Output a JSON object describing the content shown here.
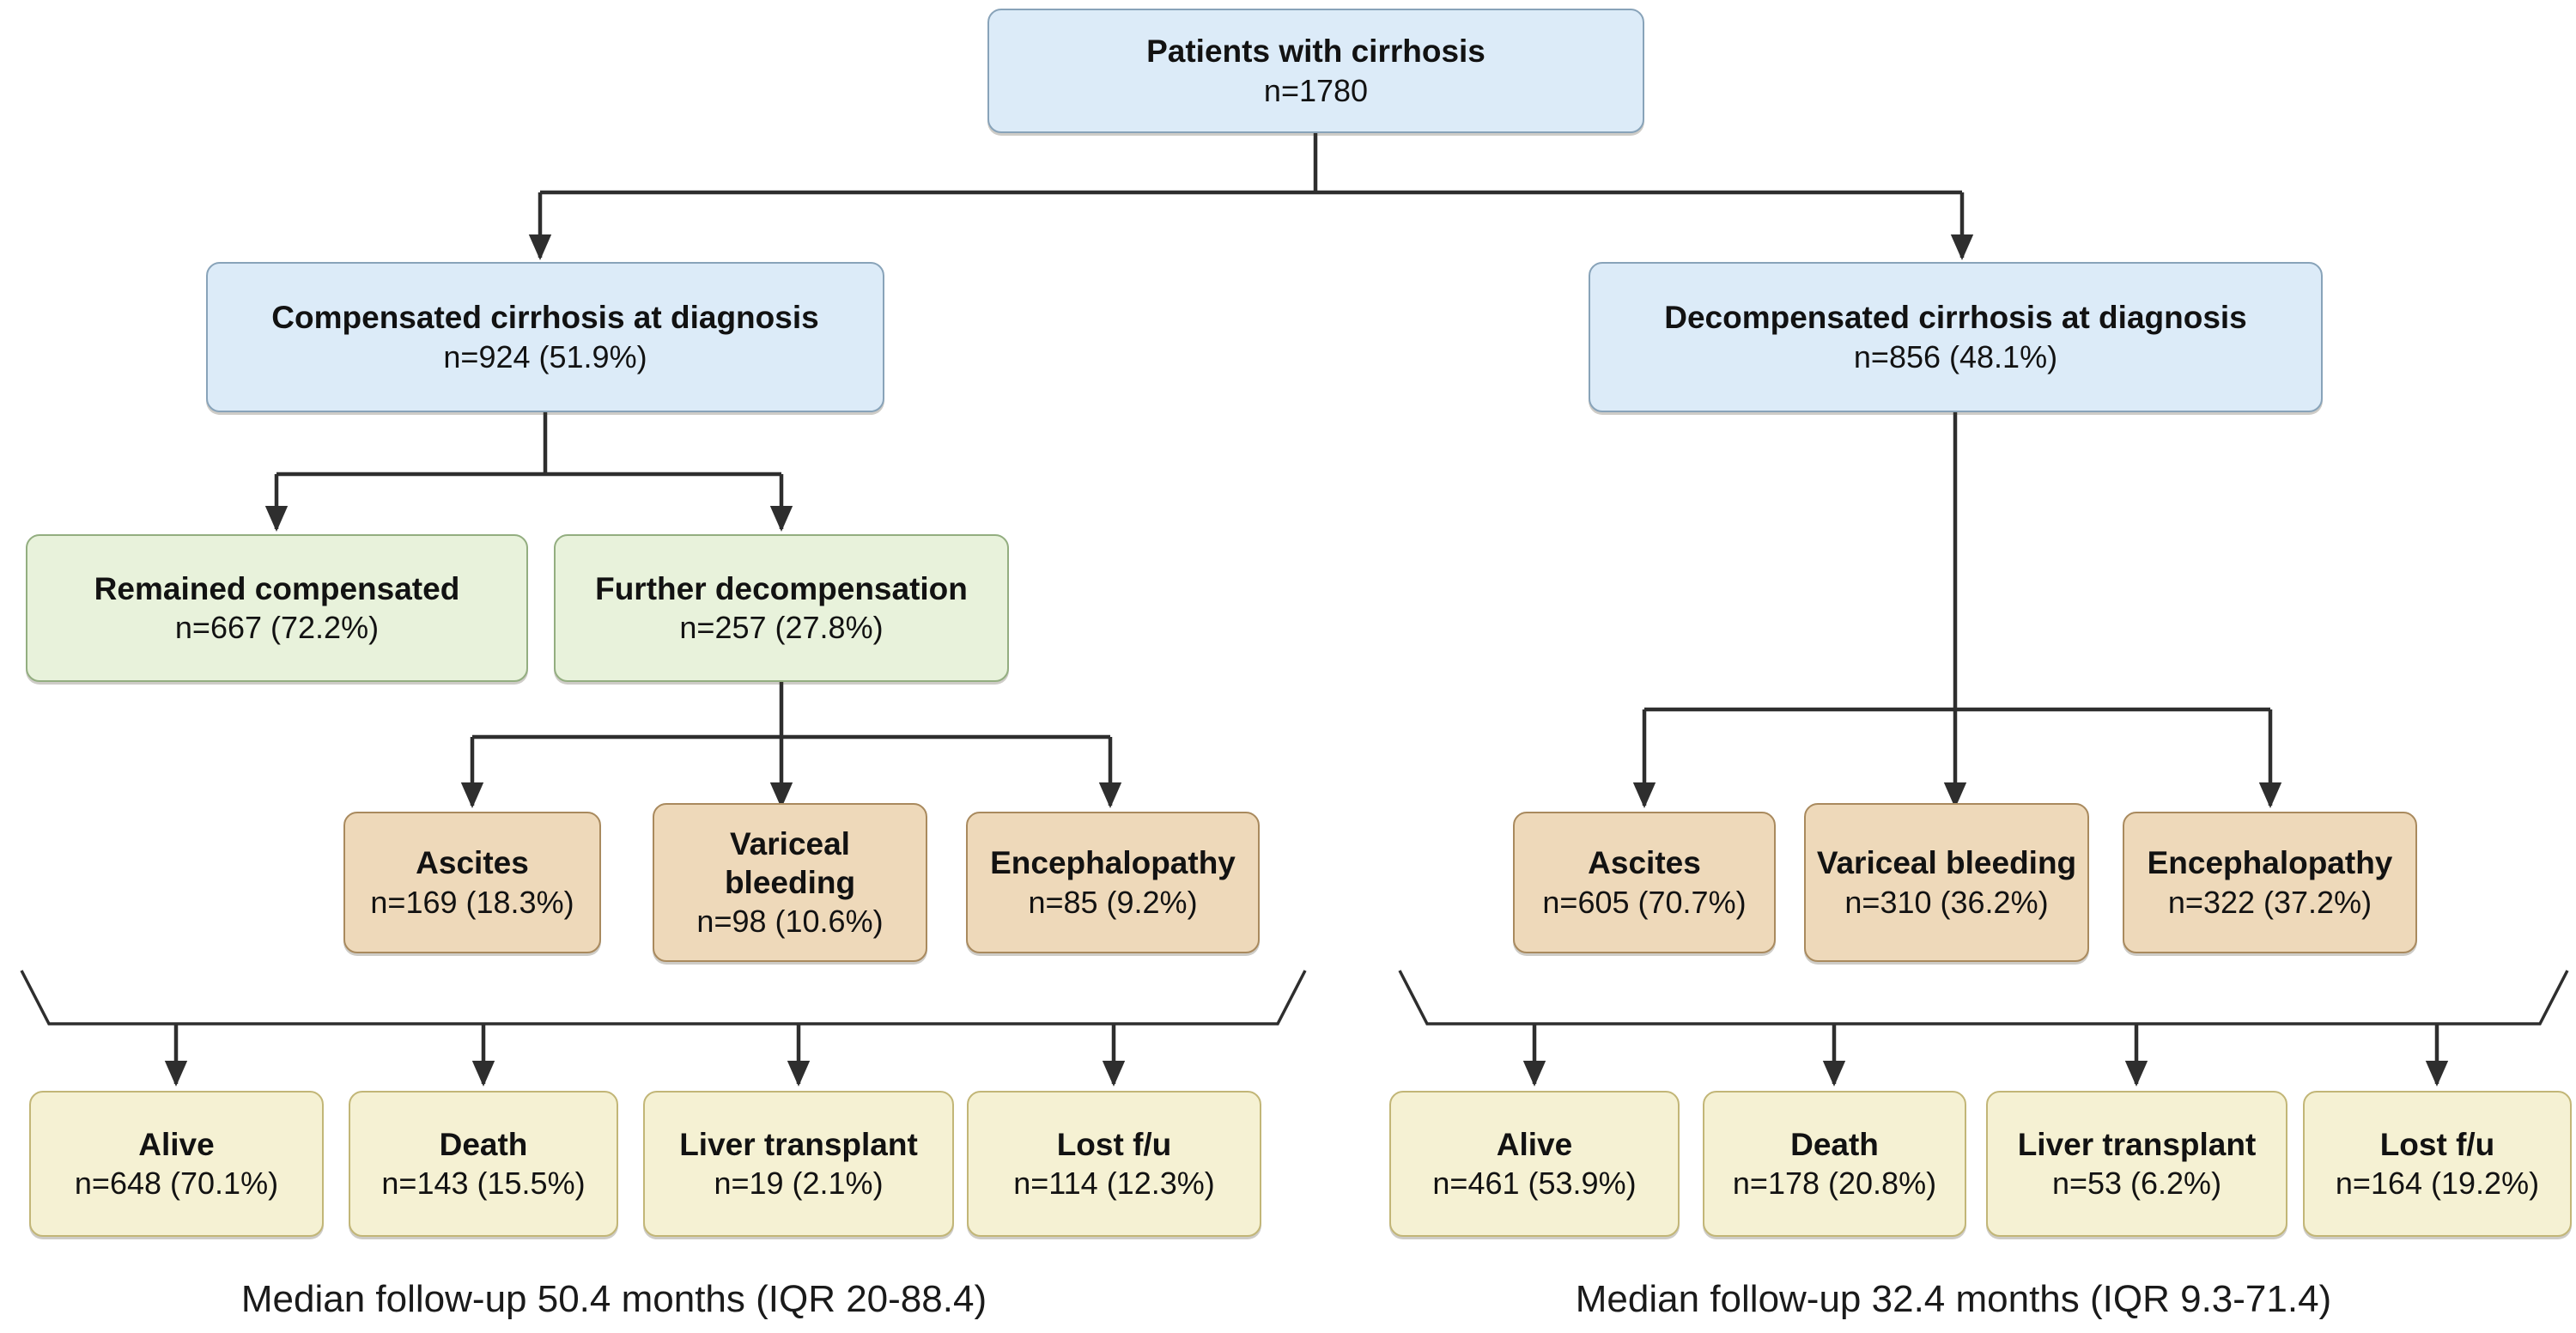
{
  "diagram": {
    "nodes": {
      "root": {
        "title": "Patients with cirrhosis",
        "value": "n=1780"
      },
      "compensated": {
        "title": "Compensated cirrhosis at diagnosis",
        "value": "n=924 (51.9%)"
      },
      "decompensated": {
        "title": "Decompensated cirrhosis at diagnosis",
        "value": "n=856 (48.1%)"
      },
      "remained": {
        "title": "Remained compensated",
        "value": "n=667 (72.2%)"
      },
      "further": {
        "title": "Further decompensation",
        "value": "n=257 (27.8%)"
      },
      "left_events": [
        {
          "title": "Ascites",
          "value": "n=169 (18.3%)"
        },
        {
          "title": "Variceal bleeding",
          "value": "n=98 (10.6%)"
        },
        {
          "title": "Encephalopathy",
          "value": "n=85 (9.2%)"
        }
      ],
      "right_events": [
        {
          "title": "Ascites",
          "value": "n=605 (70.7%)"
        },
        {
          "title": "Variceal bleeding",
          "value": "n=310 (36.2%)"
        },
        {
          "title": "Encephalopathy",
          "value": "n=322 (37.2%)"
        }
      ],
      "left_outcomes": [
        {
          "title": "Alive",
          "value": "n=648 (70.1%)"
        },
        {
          "title": "Death",
          "value": "n=143 (15.5%)"
        },
        {
          "title": "Liver transplant",
          "value": "n=19 (2.1%)"
        },
        {
          "title": "Lost f/u",
          "value": "n=114 (12.3%)"
        }
      ],
      "right_outcomes": [
        {
          "title": "Alive",
          "value": "n=461 (53.9%)"
        },
        {
          "title": "Death",
          "value": "n=178 (20.8%)"
        },
        {
          "title": "Liver transplant",
          "value": "n=53 (6.2%)"
        },
        {
          "title": "Lost f/u",
          "value": "n=164 (19.2%)"
        }
      ]
    },
    "captions": {
      "left": "Median follow-up 50.4 months (IQR 20-88.4)",
      "right": "Median follow-up 32.4 months (IQR 9.3-71.4)"
    },
    "colors": {
      "node-blue-fill": "#dcebf8",
      "node-blue-border": "#88a3b9",
      "node-green-fill": "#e8f2db",
      "node-green-border": "#93ae80",
      "node-tan-fill": "#eed9ba",
      "node-tan-border": "#a98a5e",
      "node-yellow-fill": "#f5f1d3",
      "node-yellow-border": "#c2b677",
      "line-color": "#2e2e2e",
      "text-color": "#121212",
      "background": "#ffffff"
    }
  }
}
